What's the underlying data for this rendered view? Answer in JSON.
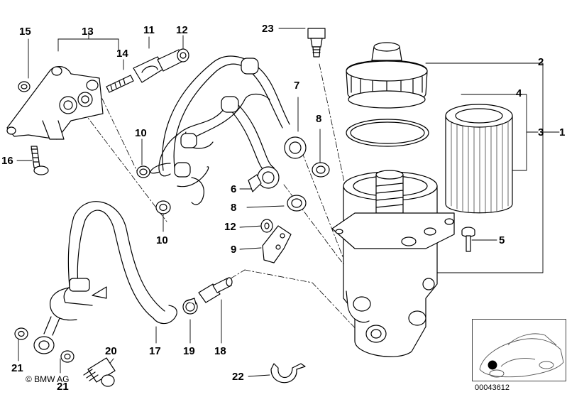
{
  "callouts": {
    "c1": "1",
    "c2": "2",
    "c3": "3",
    "c4": "4",
    "c5": "5",
    "c6": "6",
    "c7": "7",
    "c8a": "8",
    "c8b": "8",
    "c9": "9",
    "c10a": "10",
    "c10b": "10",
    "c11": "11",
    "c12a": "12",
    "c12b": "12",
    "c13": "13",
    "c14": "14",
    "c15": "15",
    "c16": "16",
    "c17": "17",
    "c18": "18",
    "c19": "19",
    "c20": "20",
    "c21a": "21",
    "c21b": "21",
    "c22": "22",
    "c23": "23"
  },
  "copyright": "© BMW AG",
  "document_number": "00043612",
  "colors": {
    "line": "#000000",
    "background": "#ffffff",
    "fill": "#ffffff",
    "shade": "#d9d9d9"
  }
}
